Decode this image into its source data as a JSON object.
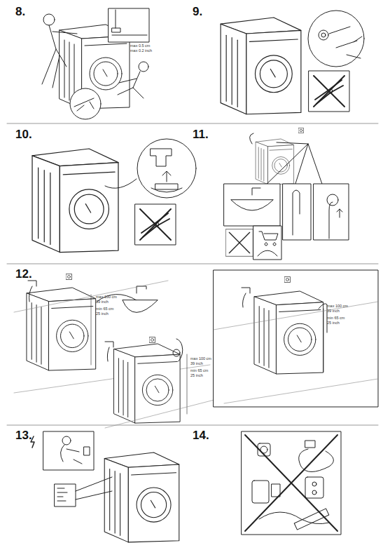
{
  "diagram": {
    "labels": [
      "8.",
      "max 0.5 cm",
      "max 0.2 inch",
      "9.",
      "10.",
      "11.",
      "12.",
      "max 100 cm",
      "39 inch",
      "min 65 cm",
      "25 inch",
      "max 100 cm",
      "39 inch",
      "min 65 cm",
      "25 inch",
      "max 100 cm",
      "39 inch",
      "min 65 cm",
      "25 inch",
      "13.",
      "14."
    ]
  }
}
